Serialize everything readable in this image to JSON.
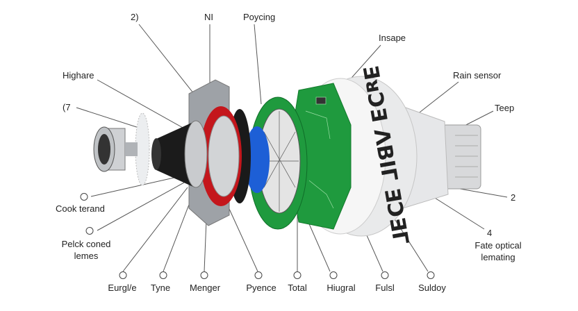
{
  "diagram": {
    "drum_lettering": "ƎᴚƆƎ ΛΒΙΓ ƎƆƎΓ",
    "colors": {
      "pcb": "#1f9a3e",
      "red_ring": "#c4161c",
      "blue_disc": "#1d5fd6",
      "metal": "#b9bcc0",
      "drum": "#eeeeee"
    },
    "top_labels": {
      "a": "2)",
      "b": "NI",
      "c": "Poycing",
      "d": "Insape"
    },
    "left_labels": {
      "highare": "Highare",
      "seven": "(7",
      "cook": "Cook terand",
      "pelck_1": "Pelck coned",
      "pelck_2": "lemes"
    },
    "right_labels": {
      "rain": "Rain sensor",
      "teep": "Teep",
      "two": "2",
      "four": "4",
      "fate_1": "Fate optical",
      "fate_2": "lemating"
    },
    "bottom_labels": [
      "Eurgl/e",
      "Tyne",
      "Menger",
      "Pyence",
      "Total",
      "Hiugral",
      "Fulsl",
      "Suldoy"
    ]
  }
}
